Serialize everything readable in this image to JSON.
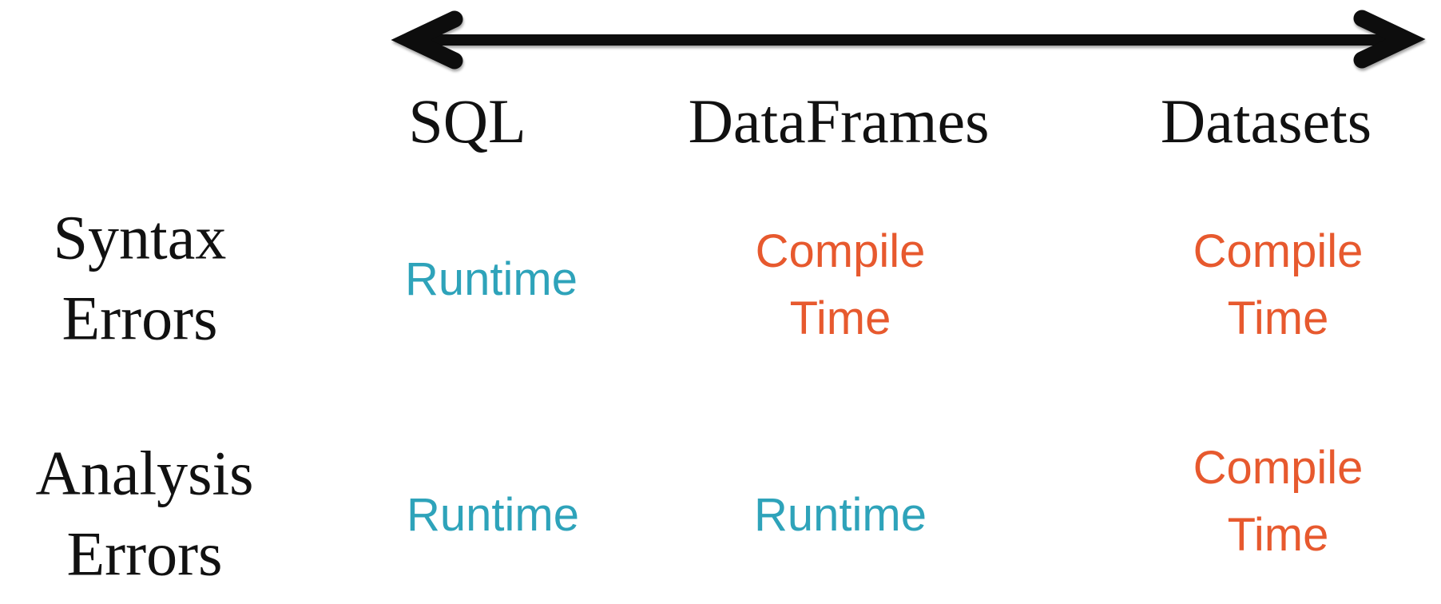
{
  "colors": {
    "runtime_text": "#2EA3BA",
    "compile_text": "#E7592E",
    "arrow": "#0D0D0D",
    "header_text": "#111111"
  },
  "arrow": {
    "kind": "horizontal-double-headed-arrow",
    "spans_columns": [
      "SQL",
      "DataFrames",
      "Datasets"
    ]
  },
  "matrix": {
    "column_headers": [
      "SQL",
      "DataFrames",
      "Datasets"
    ],
    "rows": [
      {
        "label": "Syntax\nErrors",
        "cells": [
          {
            "text": "Runtime",
            "kind": "runtime"
          },
          {
            "text": "Compile\nTime",
            "kind": "compile"
          },
          {
            "text": "Compile\nTime",
            "kind": "compile"
          }
        ]
      },
      {
        "label": "Analysis\nErrors",
        "cells": [
          {
            "text": "Runtime",
            "kind": "runtime"
          },
          {
            "text": "Runtime",
            "kind": "runtime"
          },
          {
            "text": "Compile\nTime",
            "kind": "compile"
          }
        ]
      }
    ]
  }
}
